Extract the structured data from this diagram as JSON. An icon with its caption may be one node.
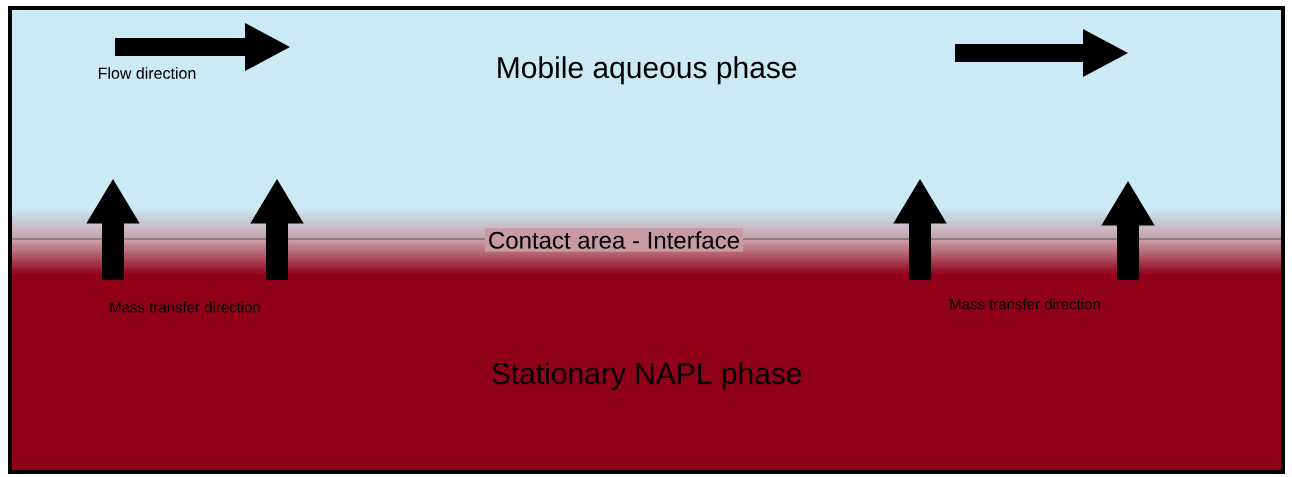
{
  "diagram": {
    "nodes": [
      {
        "text": [
          "Mobile aqueous phase"
        ]
      },
      {
        "text": [
          "Stationary NAPL phase"
        ]
      }
    ],
    "edges": [
      {
        "from": 1,
        "to": 0,
        "arrow": "to"
      },
      {
        "from": 1,
        "to": 0,
        "arrow": "to"
      },
      {
        "from": 1,
        "to": 0,
        "arrow": "to"
      },
      {
        "from": 1,
        "to": 0,
        "arrow": "to"
      }
    ],
    "labels": [
      "Flow direction",
      "Contact area - Interface",
      "Mass transfer direction",
      "Mass transfer direction"
    ]
  }
}
